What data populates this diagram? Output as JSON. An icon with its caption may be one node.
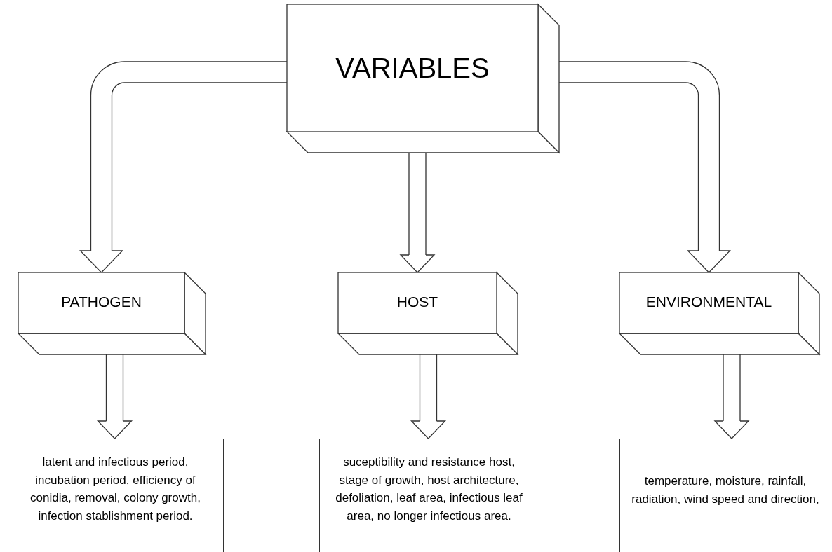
{
  "diagram": {
    "nodes": [
      {
        "text": [
          "VARIABLES"
        ]
      },
      {
        "text": [
          "PATHOGEN"
        ]
      },
      {
        "text": [
          "HOST"
        ]
      },
      {
        "text": [
          "ENVIRONMENTAL"
        ]
      },
      {
        "text": [
          "latent and infectious period, incubation period, efficiency of conidia, removal, colony growth, infection stablishment period."
        ]
      },
      {
        "text": [
          "suceptibility and resistance host, stage of growth, host architecture, defoliation, leaf area, infectious leaf area, no longer infectious area."
        ]
      },
      {
        "text": [
          "temperature, moisture, rainfall, radiation, wind speed and direction,"
        ]
      }
    ],
    "edges": [
      {
        "from": 0,
        "to": 1,
        "arrow": "to"
      },
      {
        "from": 0,
        "to": 2,
        "arrow": "to"
      },
      {
        "from": 0,
        "to": 3,
        "arrow": "to"
      },
      {
        "from": 1,
        "to": 4,
        "arrow": "to"
      },
      {
        "from": 2,
        "to": 5,
        "arrow": "to"
      },
      {
        "from": 3,
        "to": 6,
        "arrow": "to"
      }
    ]
  }
}
